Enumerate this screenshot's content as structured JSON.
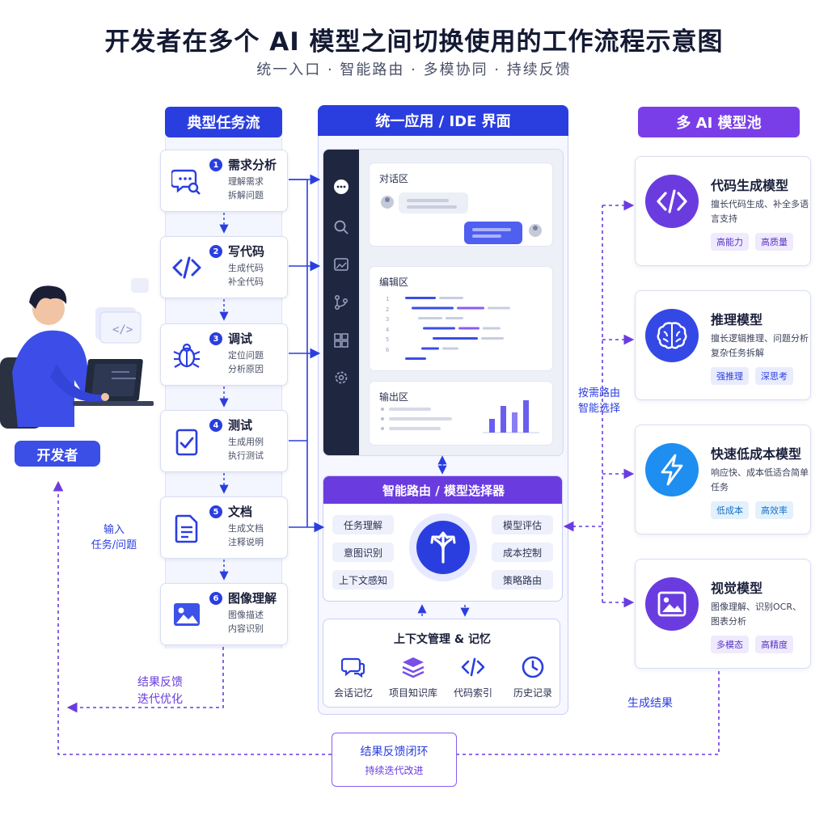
{
  "title": "开发者在多个 AI 模型之间切换使用的工作流程示意图",
  "subtitle": "统一入口 · 智能路由 · 多模协同 · 持续反馈",
  "tasks": {
    "header": "典型任务流",
    "items": [
      {
        "num": "1",
        "name": "需求分析",
        "desc1": "理解需求",
        "desc2": "拆解问题",
        "icon": "chat-search-icon"
      },
      {
        "num": "2",
        "name": "写代码",
        "desc1": "生成代码",
        "desc2": "补全代码",
        "icon": "code-icon"
      },
      {
        "num": "3",
        "name": "调试",
        "desc1": "定位问题",
        "desc2": "分析原因",
        "icon": "bug-icon"
      },
      {
        "num": "4",
        "name": "测试",
        "desc1": "生成用例",
        "desc2": "执行测试",
        "icon": "clipboard-check-icon"
      },
      {
        "num": "5",
        "name": "文档",
        "desc1": "生成文档",
        "desc2": "注释说明",
        "icon": "document-icon"
      },
      {
        "num": "6",
        "name": "图像理解",
        "desc1": "图像描述",
        "desc2": "内容识别",
        "icon": "image-icon"
      }
    ]
  },
  "ide": {
    "header": "统一应用 / IDE 界面",
    "chat_label": "对话区",
    "editor_label": "编辑区",
    "output_label": "输出区",
    "line_numbers": [
      "1",
      "2",
      "3",
      "4",
      "5",
      "6"
    ]
  },
  "router": {
    "header": "智能路由 / 模型选择器",
    "left_chips": [
      "任务理解",
      "意图识别",
      "上下文感知"
    ],
    "right_chips": [
      "模型评估",
      "成本控制",
      "策略路由"
    ]
  },
  "context": {
    "title": "上下文管理 & 记忆",
    "items": [
      {
        "label": "会话记忆",
        "icon": "chat-bubbles-icon"
      },
      {
        "label": "项目知识库",
        "icon": "layers-icon"
      },
      {
        "label": "代码索引",
        "icon": "code-icon"
      },
      {
        "label": "历史记录",
        "icon": "clock-icon"
      }
    ]
  },
  "pool": {
    "header": "多 AI 模型池",
    "models": [
      {
        "name": "代码生成模型",
        "desc": "擅长代码生成、补全多语言支持",
        "tags": [
          "高能力",
          "高质量"
        ],
        "icon": "code-icon"
      },
      {
        "name": "推理模型",
        "desc": "擅长逻辑推理、问题分析复杂任务拆解",
        "tags": [
          "强推理",
          "深思考"
        ],
        "icon": "brain-icon"
      },
      {
        "name": "快速低成本模型",
        "desc": "响应快、成本低适合简单任务",
        "tags": [
          "低成本",
          "高效率"
        ],
        "icon": "lightning-icon"
      },
      {
        "name": "视觉模型",
        "desc": "图像理解、识别OCR、图表分析",
        "tags": [
          "多模态",
          "高精度"
        ],
        "icon": "image-icon"
      }
    ]
  },
  "labels": {
    "developer": "开发者",
    "input_line1": "输入",
    "input_line2": "任务/问题",
    "result_feedback_line1": "结果反馈",
    "result_feedback_line2": "迭代优化",
    "route_line1": "按需路由",
    "route_line2": "智能选择",
    "generate_result": "生成结果",
    "loop_line1": "结果反馈闭环",
    "loop_line2": "持续迭代改进"
  },
  "colors": {
    "primary": "#2a3ee0",
    "purple": "#6a3ce0",
    "dark": "#1f2740"
  }
}
